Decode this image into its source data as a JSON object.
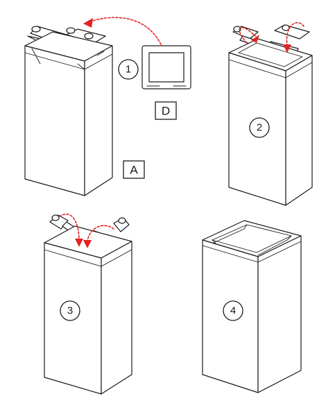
{
  "labels": {
    "box": "A",
    "insert": "D"
  },
  "steps": {
    "s1": "1",
    "s2": "2",
    "s3": "3",
    "s4": "4"
  },
  "colors": {
    "arrow": "#e32222",
    "line": "#1a1a1a"
  }
}
